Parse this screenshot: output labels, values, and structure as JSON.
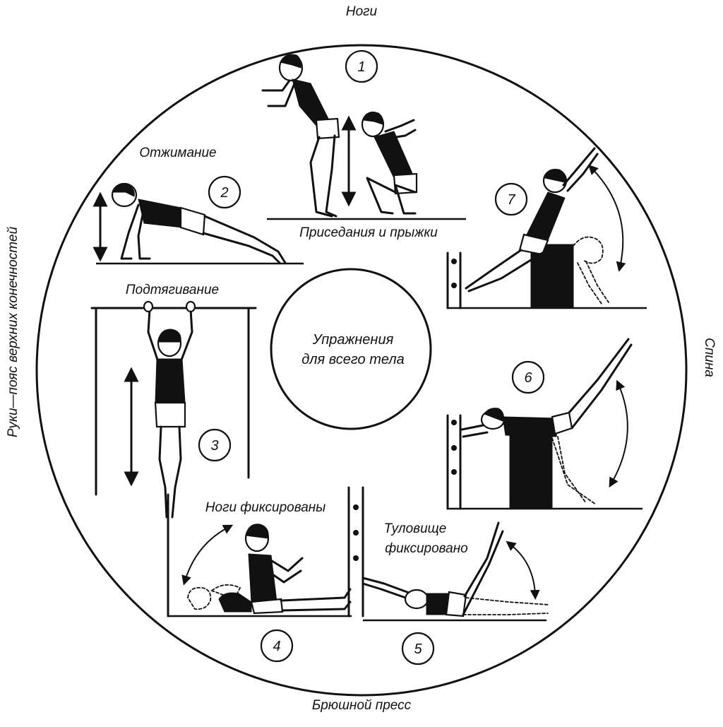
{
  "center": {
    "line1": "Упражнения",
    "line2": "для всего тела"
  },
  "sectors": {
    "top": "Ноги",
    "right": "Спина",
    "bottom": "Брюшной пресс",
    "left": "Руки—пояс верхних конечностей"
  },
  "exercises": {
    "e1": {
      "number": "1",
      "label": "Приседания и прыжки"
    },
    "e2": {
      "number": "2",
      "label": "Отжимание"
    },
    "e3": {
      "number": "3",
      "label": "Подтягивание"
    },
    "e4": {
      "number": "4",
      "label": "Ноги фиксированы"
    },
    "e5": {
      "number": "5",
      "label_line1": "Туловище",
      "label_line2": "фиксировано"
    },
    "e6": {
      "number": "6"
    },
    "e7": {
      "number": "7"
    }
  }
}
